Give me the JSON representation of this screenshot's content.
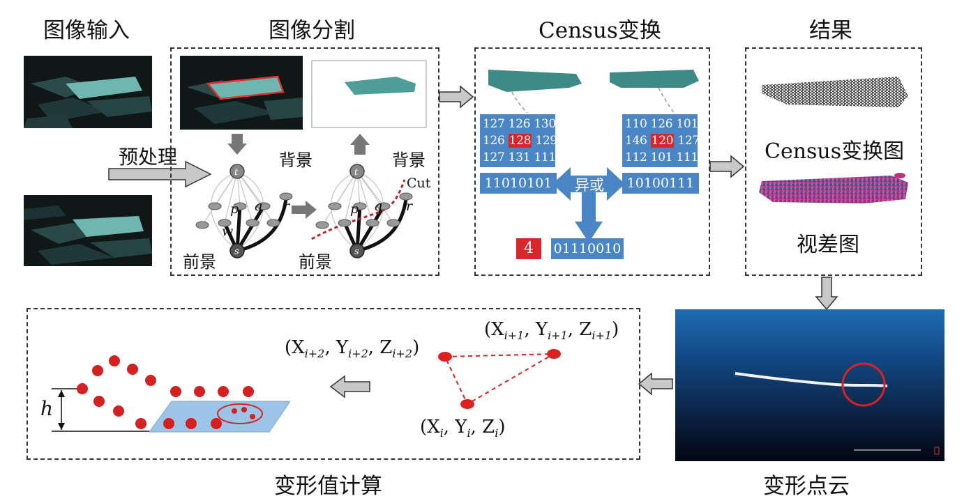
{
  "titles": {
    "image_input": "图像输入",
    "segmentation": "图像分割",
    "census": "Census变换",
    "result": "结果",
    "deform_cloud": "变形点云",
    "deform_calc": "变形值计算"
  },
  "labels": {
    "preprocess": "预处理",
    "background_1": "背景",
    "background_2": "背景",
    "foreground_1": "前景",
    "foreground_2": "前景",
    "cut": "Cut",
    "node_t1": "t",
    "node_t2": "t",
    "node_s1": "s",
    "node_s2": "s",
    "node_p1": "p",
    "node_q1": "q",
    "node_r1": "r",
    "node_w1": "w",
    "node_p2": "p",
    "node_q2": "q",
    "node_r2": "r",
    "census_map": "Census变换图",
    "disparity_map": "视差图",
    "xor": "异或",
    "hamming": "4",
    "h": "h"
  },
  "census": {
    "left_matrix": [
      [
        "127",
        "126",
        "130"
      ],
      [
        "126",
        "128",
        "129"
      ],
      [
        "127",
        "131",
        "111"
      ]
    ],
    "right_matrix": [
      [
        "110",
        "126",
        "101"
      ],
      [
        "146",
        "120",
        "127"
      ],
      [
        "112",
        "101",
        "111"
      ]
    ],
    "left_code": "11010101",
    "right_code": "10100111",
    "xor_code": "01110010"
  },
  "points": {
    "p_i": [
      "(X",
      "i",
      ", Y",
      "i",
      ", Z",
      "i",
      ")"
    ],
    "p_i1": [
      "(X",
      "i+1",
      ", Y",
      "i+1",
      ", Z",
      "i+1",
      ")"
    ],
    "p_i2": [
      "(X",
      "i+2",
      ", Y",
      "i+2",
      ", Z",
      "i+2",
      ")"
    ]
  },
  "colors": {
    "arrow_fill": "#c8c8c8",
    "matrix_blue": "#4a86c5",
    "highlight_red": "#d9262a",
    "point_red": "#d42020"
  }
}
